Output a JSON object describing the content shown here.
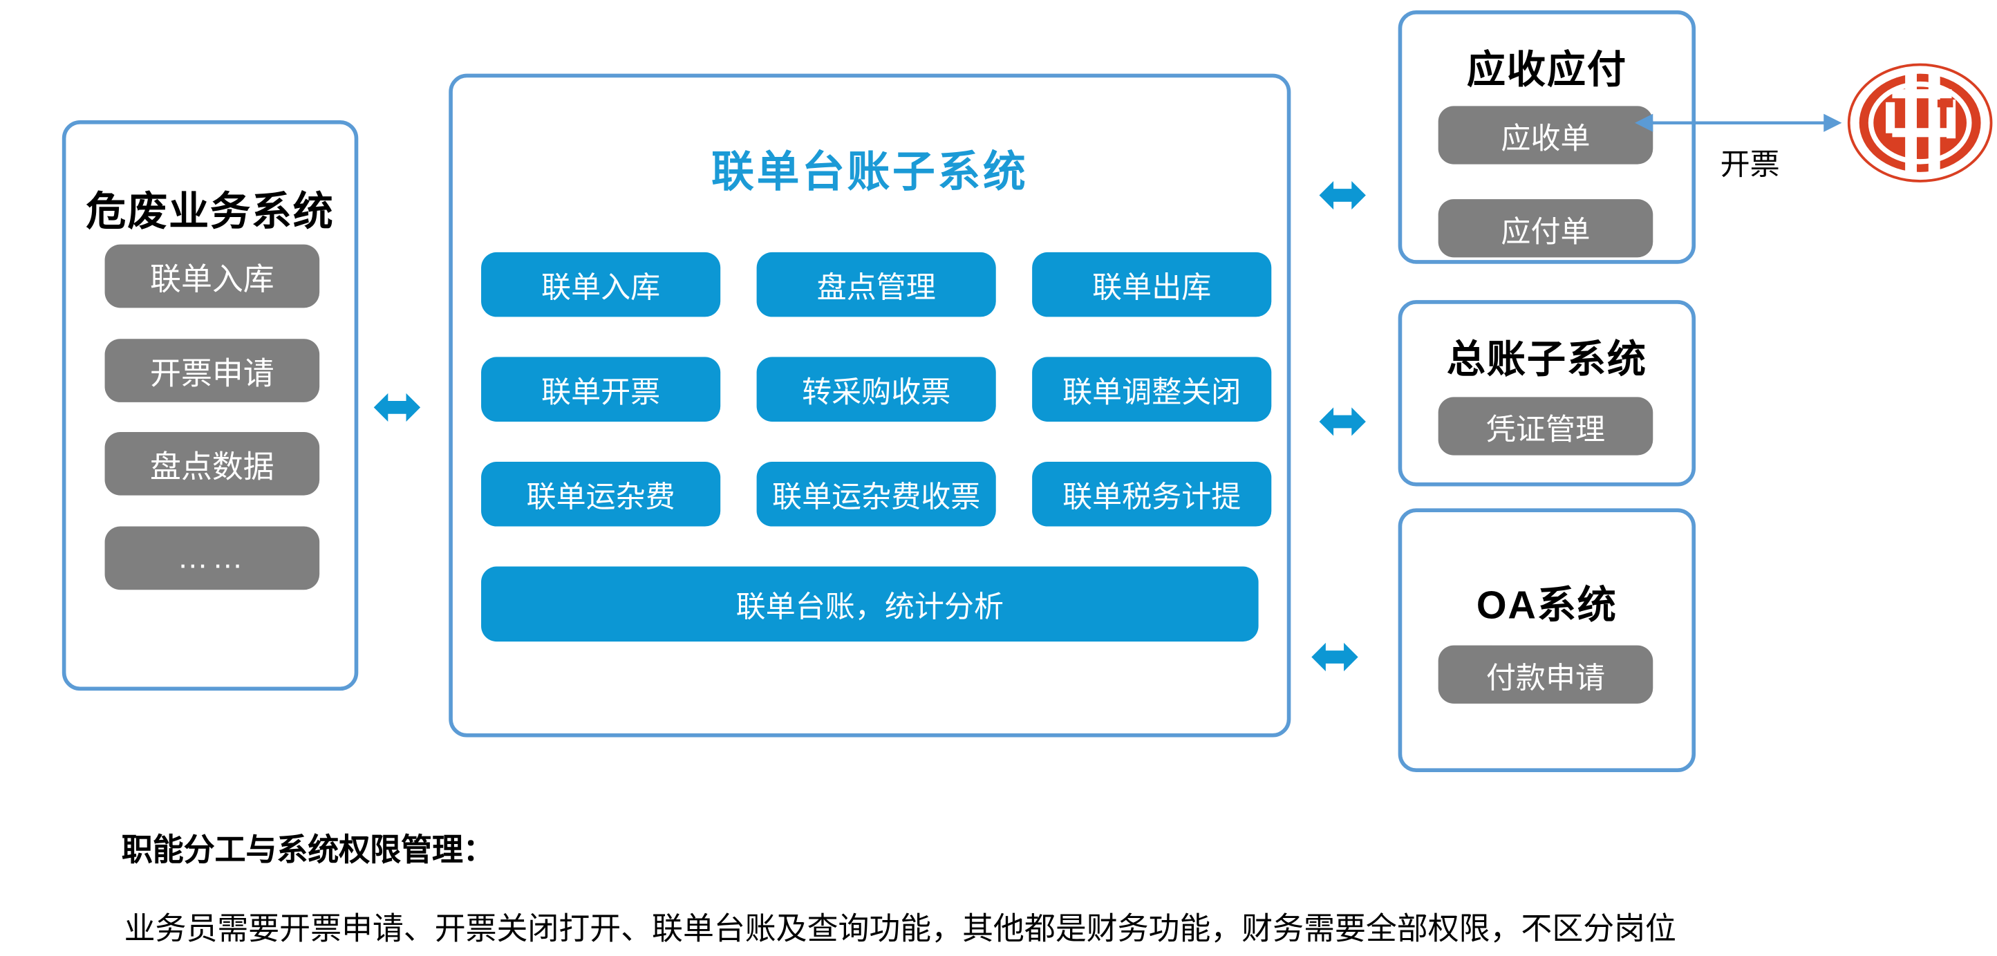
{
  "left_system": {
    "title": "危废业务系统",
    "items": [
      {
        "label": "联单入库"
      },
      {
        "label": "开票申请"
      },
      {
        "label": "盘点数据"
      },
      {
        "label": "……"
      }
    ]
  },
  "center_system": {
    "title": "联单台账子系统",
    "tiles": [
      {
        "label": "联单入库"
      },
      {
        "label": "盘点管理"
      },
      {
        "label": "联单出库"
      },
      {
        "label": "联单开票"
      },
      {
        "label": "转采购收票"
      },
      {
        "label": "联单调整关闭"
      },
      {
        "label": "联单运杂费"
      },
      {
        "label": "联单运杂费收票"
      },
      {
        "label": "联单税务计提"
      }
    ],
    "wide_bar": {
      "label": "联单台账，统计分析"
    }
  },
  "right_systems": [
    {
      "key": "ar_ap",
      "title": "应收应付",
      "items": [
        {
          "label": "应收单"
        },
        {
          "label": "应付单"
        }
      ]
    },
    {
      "key": "general_ledger",
      "title": "总账子系统",
      "items": [
        {
          "label": "凭证管理"
        }
      ]
    },
    {
      "key": "oa",
      "title": "OA系统",
      "items": [
        {
          "label": "付款申请"
        }
      ]
    }
  ],
  "connectors": {
    "invoice_label": "开票",
    "bidirectional_count": 4
  },
  "external": {
    "tax_logo_name": "tax-bureau-logo",
    "tax_logo_glyph": "税"
  },
  "notes": {
    "heading": "职能分工与系统权限管理：",
    "body": "业务员需要开票申请、开票关闭打开、联单台账及查询功能，其他都是财务功能，财务需要全部权限，不区分岗位"
  },
  "colors": {
    "panel_border": "#5b9bd5",
    "accent_blue": "#0c97d4",
    "title_blue": "#1b9ad6",
    "grey_pill": "#7f7f7f",
    "tax_red": "#d93f22",
    "text_black": "#000000"
  }
}
